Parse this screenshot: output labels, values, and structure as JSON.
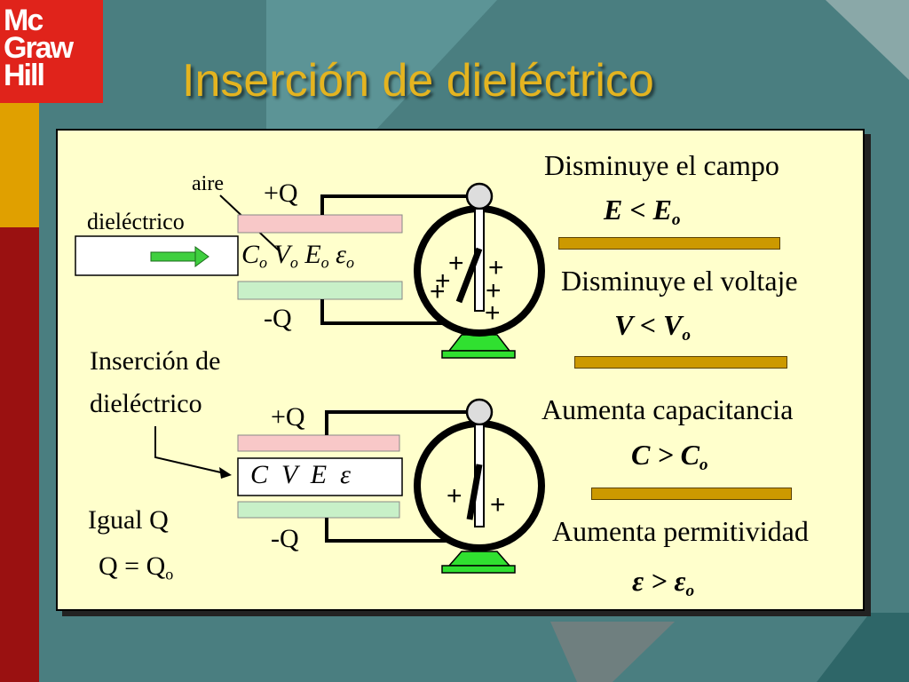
{
  "logo": {
    "line1": "Mc",
    "line2": "Graw",
    "line3": "Hill"
  },
  "title": "Inserción de dieléctrico",
  "colors": {
    "title": "#e4b420",
    "panel": "#ffffcc",
    "plate_positive": "#f8c8c8",
    "plate_negative": "#c8f0c8",
    "arrow": "#3fcf3f",
    "bar": "#cc9900",
    "base": "#30e030"
  },
  "top_diagram": {
    "label_aire": "aire",
    "label_dielectrico": "dieléctrico",
    "charge_top": "+Q",
    "charge_bottom": "-Q",
    "symbols": {
      "C": "C",
      "V": "V",
      "E": "E",
      "eps": "ε",
      "sub": "o"
    }
  },
  "bottom_diagram": {
    "label_insercion": "Inserción de",
    "label_insercion2": "dieléctrico",
    "charge_top": "+Q",
    "charge_bottom": "-Q",
    "symbols": "C  V  E  ε",
    "igual_q": "Igual Q",
    "q_eq": "Q = Q",
    "q_sub": "o"
  },
  "statements": [
    {
      "text": "Disminuye el campo",
      "formula_main": "E < E",
      "formula_sub": "o"
    },
    {
      "text": "Disminuye el voltaje",
      "formula_main": "V < V",
      "formula_sub": "o"
    },
    {
      "text": "Aumenta capacitancia",
      "formula_main": "C > C",
      "formula_sub": "o"
    },
    {
      "text": "Aumenta permitividad",
      "formula_main": "ε > ε",
      "formula_sub": "o"
    }
  ],
  "electroscope_top_plus": "+",
  "electroscope_bottom_plus": "+"
}
